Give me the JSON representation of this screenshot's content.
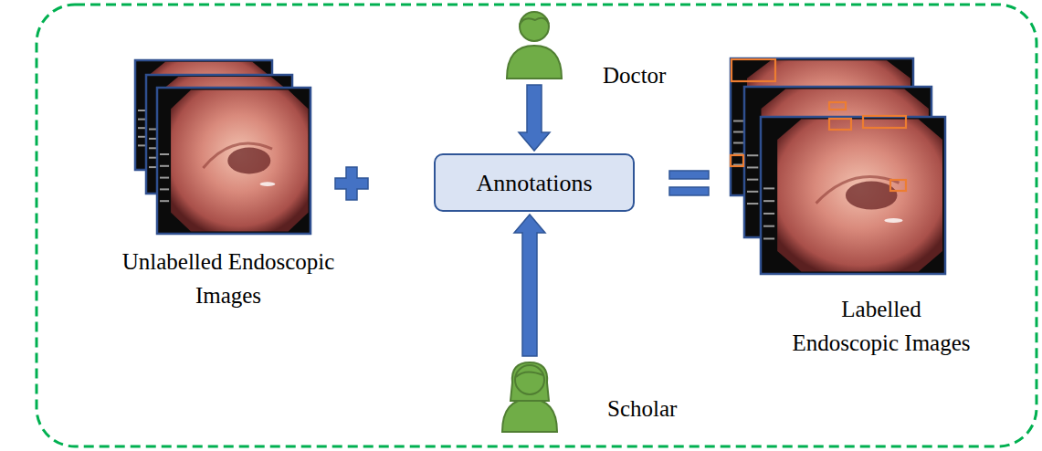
{
  "diagram": {
    "nodes": [
      {
        "text": [
          "Unlabelled Endoscopic Images"
        ]
      },
      {
        "text": [
          "Doctor"
        ]
      },
      {
        "text": [
          "Annotations"
        ]
      },
      {
        "text": [
          "Scholar"
        ]
      },
      {
        "text": [
          "Labelled Endoscopic Images"
        ]
      }
    ],
    "edges": [
      {
        "from": 1,
        "to": 2,
        "arrow": "to"
      },
      {
        "from": 3,
        "to": 2,
        "arrow": "to"
      }
    ]
  }
}
